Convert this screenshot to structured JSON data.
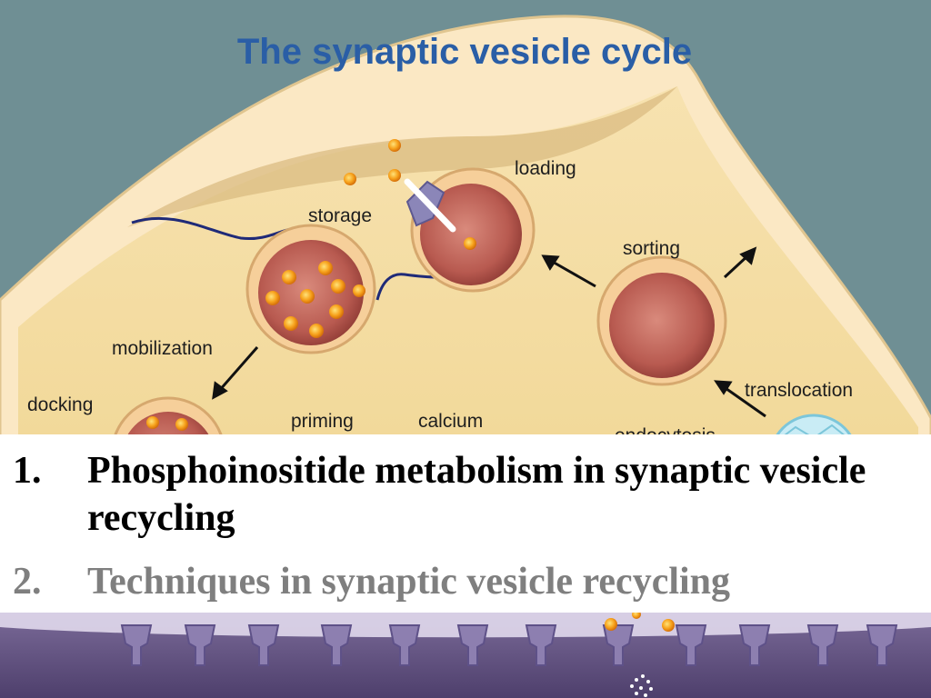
{
  "diagram": {
    "title": "The synaptic vesicle cycle",
    "labels": {
      "loading": "loading",
      "storage": "storage",
      "sorting": "sorting",
      "mobilization": "mobilization",
      "translocation": "translocation",
      "docking": "docking",
      "priming": "priming",
      "calcium": "calcium",
      "endocytosis": "endocytosis"
    }
  },
  "outline": {
    "items": [
      {
        "number": "1.",
        "text": "Phosphoinositide metabolism in synaptic vesicle recycling",
        "color": "#000000"
      },
      {
        "number": "2.",
        "text": "Techniques in synaptic vesicle recycling",
        "color": "#7f7f7f"
      }
    ]
  },
  "colors": {
    "background": "#6f8f94",
    "cytoplasm": "#f3dfa6",
    "vesicle": "#c0645a",
    "membrane_band": "#5a4a78",
    "title": "#2a5ea6"
  }
}
